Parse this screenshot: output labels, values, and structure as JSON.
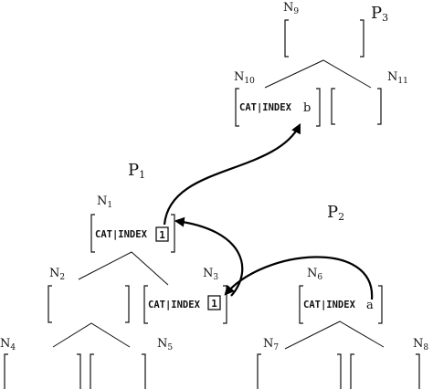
{
  "nodes": {
    "n9": {
      "name": "N",
      "sub": "9"
    },
    "n10": {
      "name": "N",
      "sub": "10"
    },
    "n11": {
      "name": "N",
      "sub": "11"
    },
    "n1": {
      "name": "N",
      "sub": "1"
    },
    "n2": {
      "name": "N",
      "sub": "2"
    },
    "n3": {
      "name": "N",
      "sub": "3"
    },
    "n6": {
      "name": "N",
      "sub": "6"
    },
    "n4": {
      "name": "N",
      "sub": "4"
    },
    "n5": {
      "name": "N",
      "sub": "5"
    },
    "n7": {
      "name": "N",
      "sub": "7"
    },
    "n8": {
      "name": "N",
      "sub": "8"
    }
  },
  "trees": {
    "p3": {
      "name": "P",
      "sub": "3"
    },
    "p1": {
      "name": "P",
      "sub": "1"
    },
    "p2": {
      "name": "P",
      "sub": "2"
    }
  },
  "feature_path": "CAT|INDEX",
  "values": {
    "n10_index": "b",
    "n1_tag": "1",
    "n3_tag": "1",
    "n6_index": "a"
  }
}
